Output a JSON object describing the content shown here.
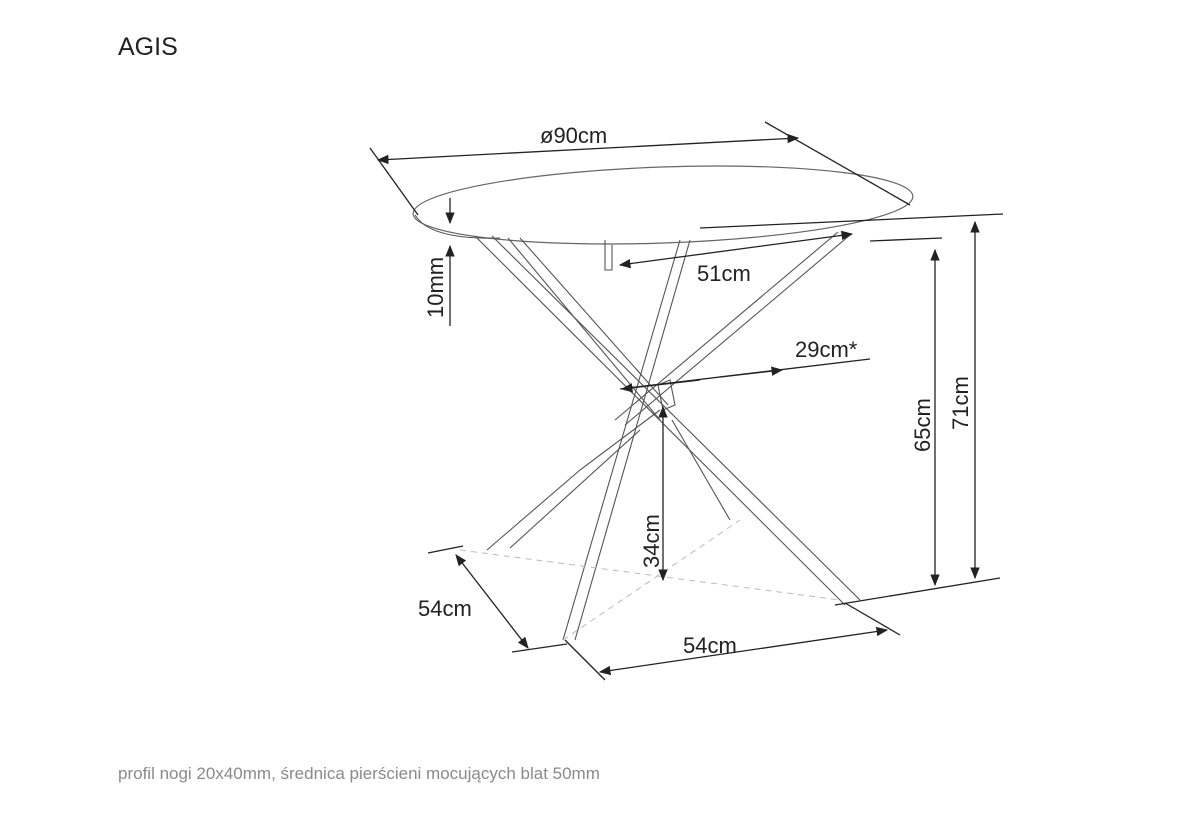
{
  "title": "AGIS",
  "dimensions": {
    "diameter": "ø90cm",
    "top_thickness": "10mm",
    "upper_ring": "51cm",
    "lower_ring": "29cm*",
    "height_base": "65cm",
    "height_total": "71cm",
    "cross_height": "34cm",
    "base_depth": "54cm",
    "base_width": "54cm"
  },
  "footer": "profil nogi 20x40mm, średnica pierścieni mocujących blat 50mm"
}
